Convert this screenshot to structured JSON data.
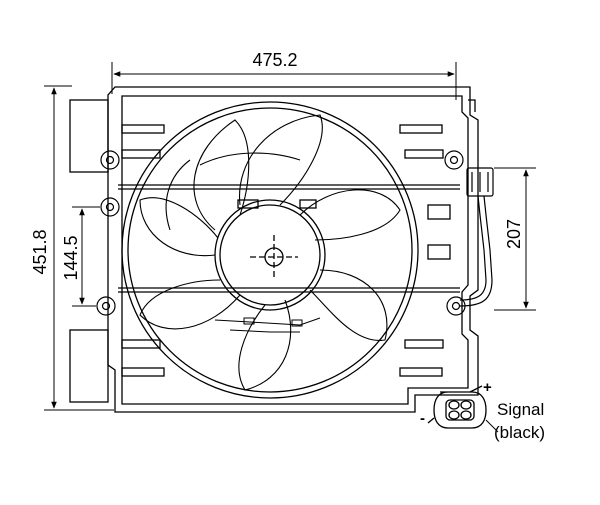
{
  "dimensions": {
    "overall_width": "475.2",
    "overall_height": "451.8",
    "mount_spacing": "144.5",
    "connector_offset": "207"
  },
  "connector": {
    "plus_symbol": "+",
    "minus_symbol": "-",
    "signal_label": "Signal",
    "signal_color_label": "(black)"
  },
  "colors": {
    "line": "#000000",
    "background": "#ffffff"
  }
}
